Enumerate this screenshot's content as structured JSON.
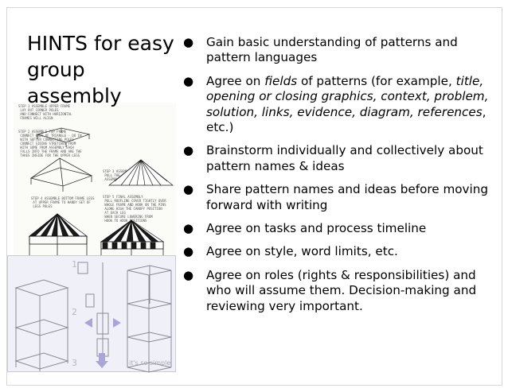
{
  "slide": {
    "title": "HINTS for easy group assembly",
    "bullets": [
      {
        "text": "Gain basic understanding of patterns and pattern languages"
      },
      {
        "parts": [
          {
            "t": "Agree on ",
            "i": false
          },
          {
            "t": "fields",
            "i": true
          },
          {
            "t": " of patterns (for example, ",
            "i": false
          },
          {
            "t": "title, opening or closing graphics, context, problem, solution, links, evidence, diagram, references",
            "i": true
          },
          {
            "t": ", etc.)",
            "i": false
          }
        ]
      },
      {
        "text": "Brainstorm individually and collectively about pattern names & ideas"
      },
      {
        "text": "Share pattern names and ideas before moving forward with writing"
      },
      {
        "text": "Agree on tasks and process timeline"
      },
      {
        "text": "Agree on style, word limits, etc."
      },
      {
        "text": "Agree on roles (rights & responsibilities) and who will assume them. Decision-making and reviewing very important."
      }
    ]
  },
  "illustration": {
    "tent_steps": [
      "STEP 1 ASSEMBLE UPPER FRAME\n LAY OUT CORNER POLES\n AND CONNECT WITH HORIZONTAL\n FRAMES WILL ALIGN",
      "STEP 2 ASSEMBLE TOP FRAME\n CONNECT ENDS OF TRIANGLE - DO IN\n WITH SOFTER CONNECTING POLES\n CONNECT SIDING STRETCHES FROM\n WITH SOME FROM ASSEMBLY EACH\n FALLS INTO THE FRAME AND ARE THE\n TAKES INSIDE FOR THE UPPER LEGS",
      "STEP 3 ASSEMBLE CANOPY ROOF\n PULL THE COVER TIGHTLY OVER\n ASSEMBLED TOP FRAME",
      "STEP 4 ASSEMBLE BOTTOM FRAME LEGS\n AT UPPER FRAME TO HANDY SET OF\n LEGS POLES",
      "STEP 5 FINAL ASSEMBLY\n PULL ROOFLINE COVER TIGHTLY OVER\n WHOLE FRAME AND HOOK ON THE PINS\n ALONG HIGH THE CANOPY POSITION\n AT EACH LEG\n WHEN SECURE LOWERING FROM\n HOOK TO HOOK POSITIONS"
    ],
    "shelf_numbers": [
      "1",
      "2",
      "3"
    ],
    "shelf_caption": "it's so simple"
  },
  "colors": {
    "tent_stripe": "#1a1a1a",
    "shelf_bg": "#f0f1f8",
    "shelf_arrow": "#a9a6d6"
  },
  "icons": [
    "tent-canopy-diagram",
    "wire-shelf-diagram",
    "arrow-icon"
  ]
}
